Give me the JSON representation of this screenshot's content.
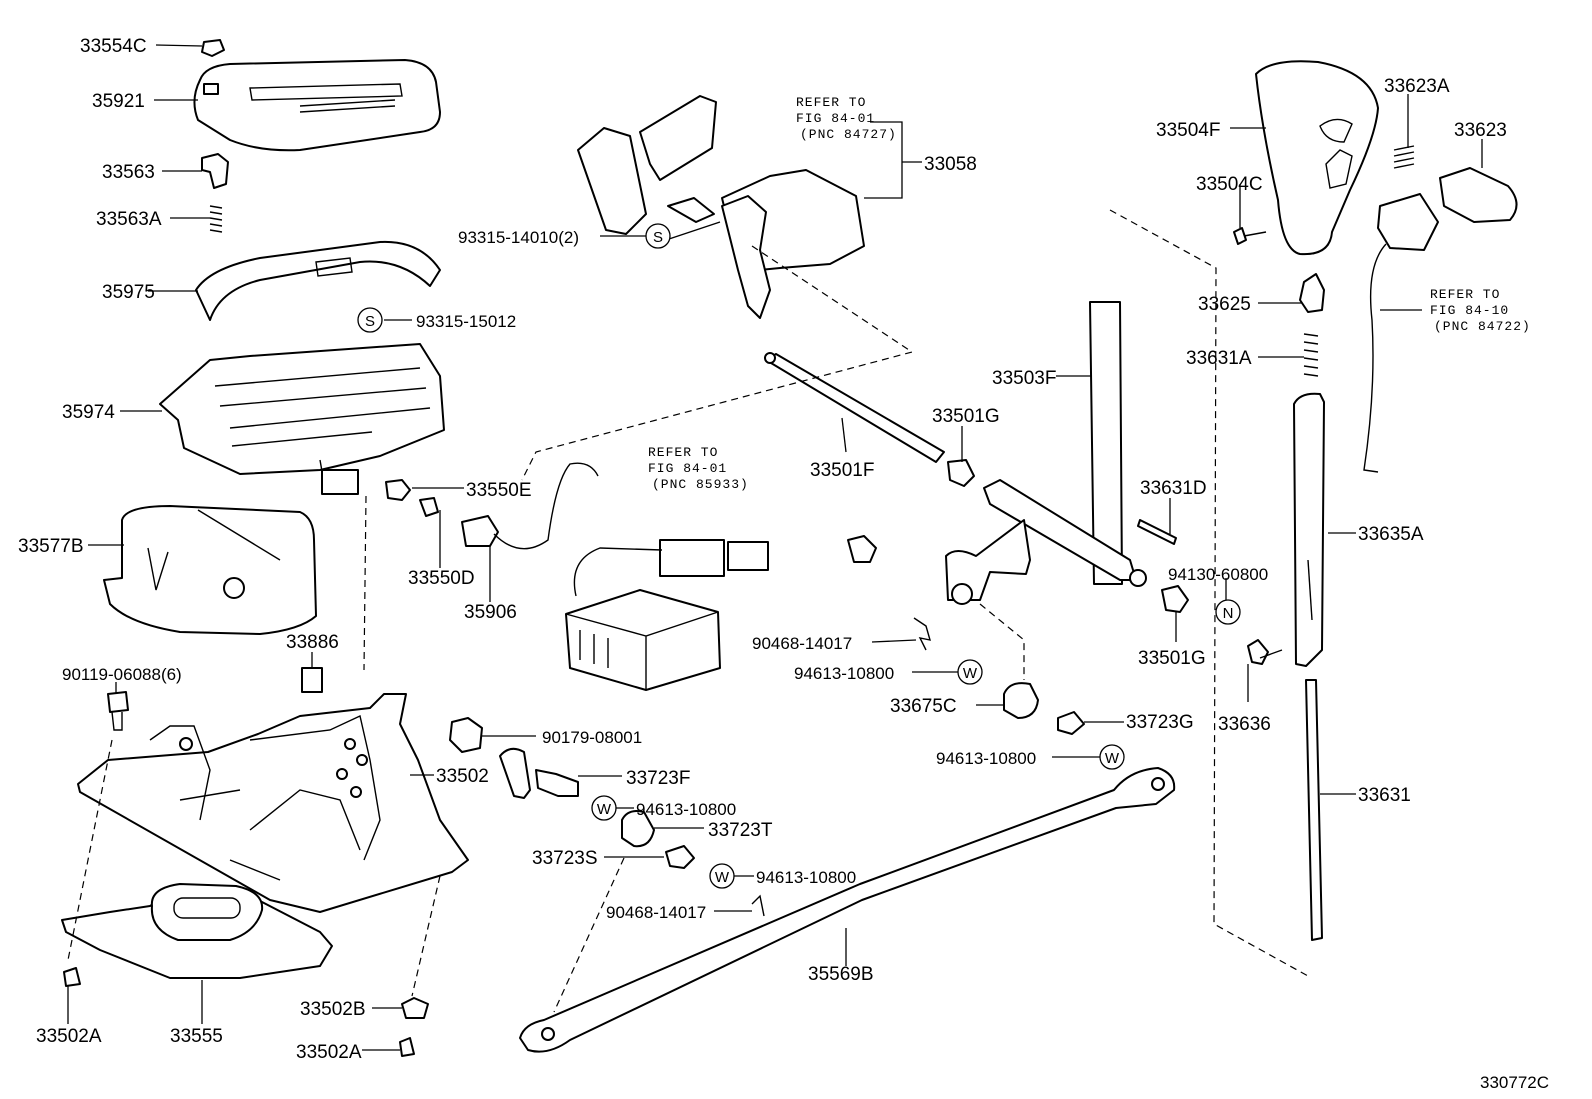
{
  "diagram_id": "330772C",
  "symbols": {
    "s": "S",
    "w": "W",
    "n": "N"
  },
  "references": [
    {
      "line1": "REFER TO",
      "line2": "FIG 84-01",
      "line3": "(PNC 84727)"
    },
    {
      "line1": "REFER TO",
      "line2": "FIG 84-01",
      "line3": "(PNC 85933)"
    },
    {
      "line1": "REFER TO",
      "line2": "FIG 84-10",
      "line3": "(PNC 84722)"
    }
  ],
  "parts": [
    "33554C",
    "35921",
    "33563",
    "33563A",
    "35975",
    "93315-15012",
    "35974",
    "33550E",
    "33550D",
    "35906",
    "33577B",
    "33886",
    "90119-06088(6)",
    "90179-08001",
    "33502",
    "33723F",
    "94613-10800",
    "33723T",
    "33723S",
    "94613-10800",
    "90468-14017",
    "33555",
    "33502B",
    "33502A",
    "33502A",
    "93315-14010(2)",
    "33058",
    "33501F",
    "33501G",
    "33503F",
    "33631D",
    "94130-60800",
    "33501G",
    "90468-14017",
    "94613-10800",
    "33675C",
    "33723G",
    "94613-10800",
    "35569B",
    "33504F",
    "33623A",
    "33623",
    "33504C",
    "33625",
    "33631A",
    "33635A",
    "33636",
    "33631"
  ]
}
